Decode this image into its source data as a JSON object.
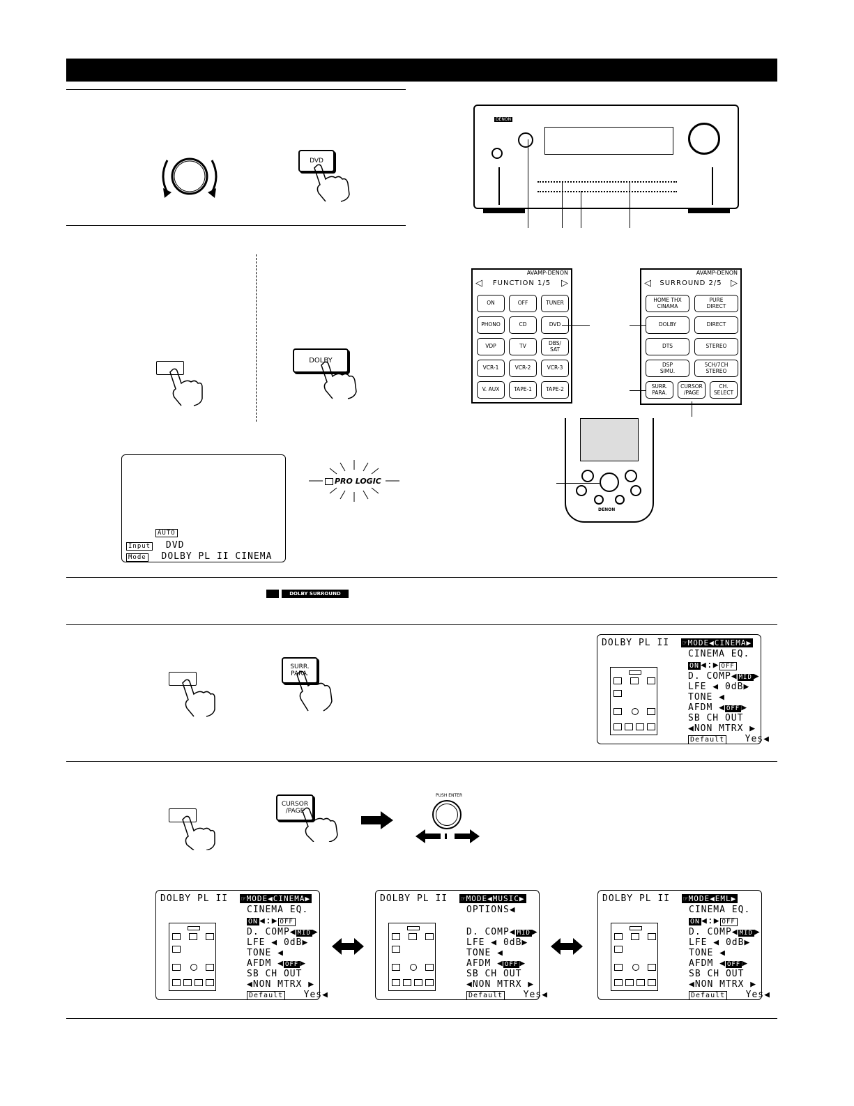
{
  "osd_main": {
    "auto": "AUTO",
    "input_tag": "Input",
    "input_value": "DVD",
    "mode_tag": "Mode",
    "mode_value": "DOLBY PL II CINEMA"
  },
  "buttons": {
    "dvd": "DVD",
    "dolby": "DOLBY",
    "surr_para_1": "SURR.",
    "surr_para_2": "PARA.",
    "cursor_page_1": "CURSOR",
    "cursor_page_2": "/PAGE",
    "push_enter": "PUSH ENTER"
  },
  "pro_logic": "PRO LOGIC",
  "dolby_surround_logo": "DOLBY SURROUND",
  "receiver_brand": "DENON",
  "remote_brand": "DENON",
  "function_panel": {
    "brand": "AVAMP-DENON",
    "title": "FUNCTION  1/5",
    "keys": [
      "ON",
      "OFF",
      "TUNER",
      "PHONO",
      "CD",
      "DVD",
      "VDP",
      "TV",
      "DBS/\nSAT",
      "VCR-1",
      "VCR-2",
      "VCR-3",
      "V. AUX",
      "TAPE-1",
      "TAPE-2"
    ]
  },
  "surround_panel": {
    "brand": "AVAMP-DENON",
    "title": "SURROUND 2/5",
    "keys": [
      "HOME THX\nCINAMA",
      "PURE\nDIRECT",
      "DOLBY",
      "DIRECT",
      "DTS",
      "STEREO",
      "DSP\nSIMU.",
      "5CH/7CH\nSTEREO",
      "SURR.\nPARA.",
      "CURSOR\n/PAGE",
      "CH.\nSELECT"
    ]
  },
  "osd_param": {
    "title": "DOLBY PL II",
    "mode_label": "MODE",
    "cinema_eq": "CINEMA EQ.",
    "on": "ON",
    "off": "OFF",
    "d_comp": "D. COMP",
    "mid": "MID",
    "lfe": "LFE",
    "lfe_value": "0dB",
    "tone": "TONE",
    "afdm": "AFDM",
    "sb_ch_out": "SB CH OUT",
    "non_mtrx": "NON MTRX",
    "default": "Default",
    "yes": "Yes",
    "options": "OPTIONS"
  },
  "mode_values": [
    "CINEMA",
    "CINEMA",
    "MUSIC",
    "EML"
  ]
}
